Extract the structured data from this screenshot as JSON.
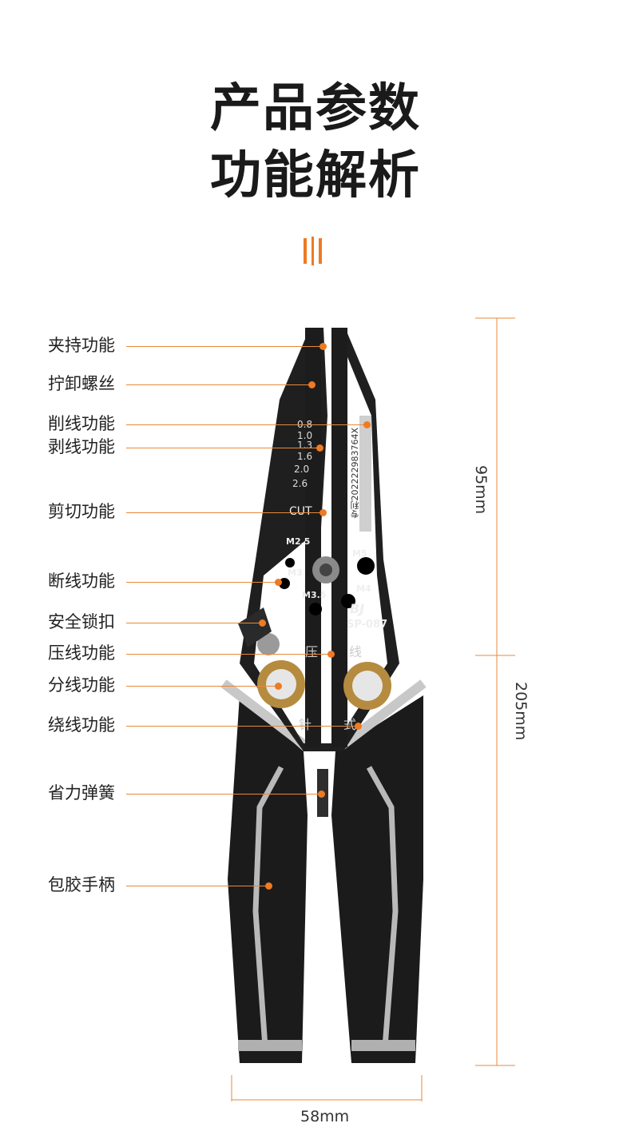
{
  "title_line1": "产品参数",
  "title_line2": "功能解析",
  "callouts": [
    {
      "label": "夹持功能"
    },
    {
      "label": "拧卸螺丝"
    },
    {
      "label": "削线功能"
    },
    {
      "label": "剥线功能"
    },
    {
      "label": "剪切功能"
    },
    {
      "label": "断线功能"
    },
    {
      "label": "安全锁扣"
    },
    {
      "label": "压线功能"
    },
    {
      "label": "分线功能"
    },
    {
      "label": "绕线功能"
    },
    {
      "label": "省力弹簧"
    },
    {
      "label": "包胶手柄"
    }
  ],
  "tool_markings": {
    "gauges": [
      "0.8",
      "1.0",
      "1.3",
      "1.6",
      "2.0",
      "2.6"
    ],
    "cut": "CUT",
    "patent": "专利2022229837​64X",
    "screws": [
      "M2.5",
      "M3",
      "M3.5",
      "M4",
      "M5"
    ],
    "brand": "BJ",
    "model": "SP-087",
    "crimp_chars": [
      "压",
      "线",
      "针",
      "式"
    ]
  },
  "dimensions": {
    "jaw_length": "95mm",
    "total_length": "205mm",
    "width": "58mm"
  },
  "colors": {
    "accent": "#ee7a22",
    "tool_body": "#1c1c1c",
    "handle_trim": "#b9b9b9"
  }
}
